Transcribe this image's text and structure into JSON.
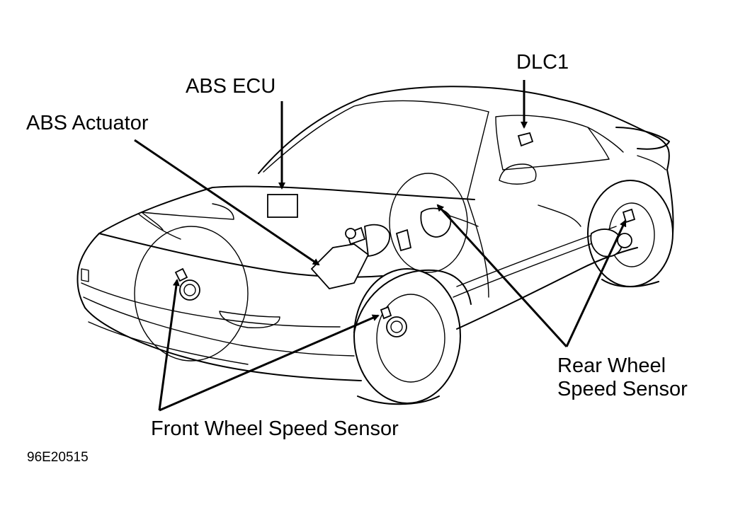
{
  "diagram": {
    "labels": {
      "abs_ecu": "ABS ECU",
      "abs_actuator": "ABS Actuator",
      "dlc1": "DLC1",
      "rear_wheel_line1": "Rear Wheel",
      "rear_wheel_line2": "Speed Sensor",
      "front_wheel": "Front Wheel Speed Sensor"
    },
    "figure_code": "96E20515"
  }
}
